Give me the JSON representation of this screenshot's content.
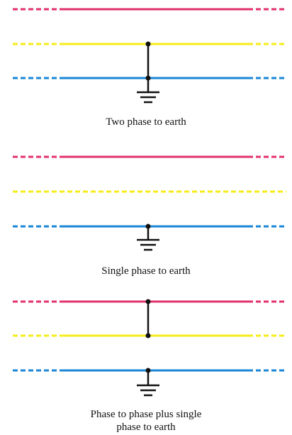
{
  "colors": {
    "red_phase": "#e0306e",
    "yellow_phase": "#f5ec1a",
    "blue_phase": "#1a86d6",
    "fault_line": "#111111"
  },
  "panels": [
    {
      "caption": "Two phase to earth",
      "faulted_conductors": [
        "yellow",
        "blue"
      ],
      "earthed_conductor": "blue",
      "symbol": "earth-icon"
    },
    {
      "caption": "Single phase to earth",
      "faulted_conductors": [
        "blue"
      ],
      "earthed_conductor": "blue",
      "symbol": "earth-icon"
    },
    {
      "caption": "Phase to  phase plus single phase to  earth",
      "caption_line1": "Phase to  phase plus single",
      "caption_line2": "phase to  earth",
      "faulted_conductors": [
        "red",
        "yellow"
      ],
      "earthed_conductor": "blue",
      "symbol": "earth-icon"
    }
  ]
}
